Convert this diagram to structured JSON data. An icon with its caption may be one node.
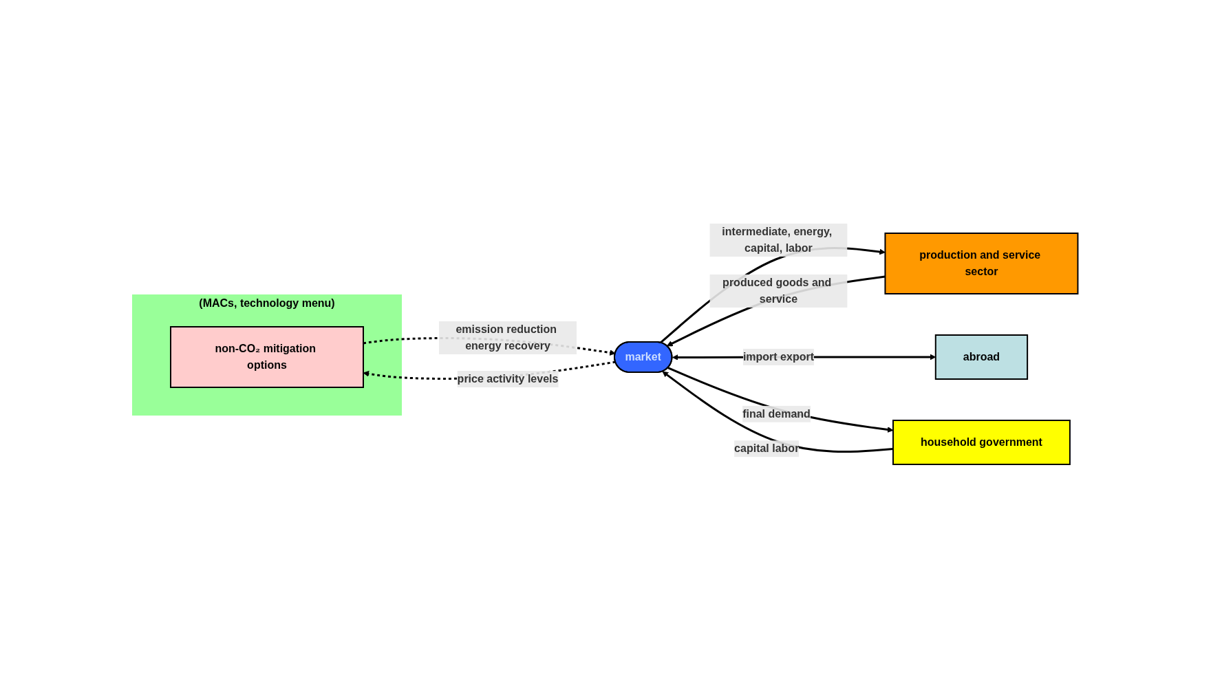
{
  "diagram": {
    "nodes": [
      {
        "text": [
          "(MACs, technology menu)"
        ]
      },
      {
        "text": [
          "non-CO₂ mitigation options"
        ],
        "in": 0
      },
      {
        "text": [
          "production and service sector"
        ]
      },
      {
        "text": [
          "market"
        ]
      },
      {
        "text": [
          "abroad"
        ]
      },
      {
        "text": [
          "household government"
        ]
      }
    ],
    "edges": [
      {
        "from": 1,
        "to": 3,
        "arrow": "to",
        "style": "dashed",
        "label": "emission reduction energy recovery"
      },
      {
        "from": 3,
        "to": 1,
        "arrow": "to",
        "style": "dashed",
        "label": "price activity levels"
      },
      {
        "from": 3,
        "to": 2,
        "arrow": "to",
        "label": "intermediate, energy, capital, labor"
      },
      {
        "from": 2,
        "to": 3,
        "arrow": "to",
        "label": "produced goods and service"
      },
      {
        "from": 3,
        "to": 4,
        "arrow": "both",
        "label": "import export"
      },
      {
        "from": 5,
        "to": 3,
        "arrow": "to",
        "label": "capital labor"
      },
      {
        "from": 3,
        "to": 5,
        "arrow": "to",
        "label": "final demand"
      }
    ]
  }
}
